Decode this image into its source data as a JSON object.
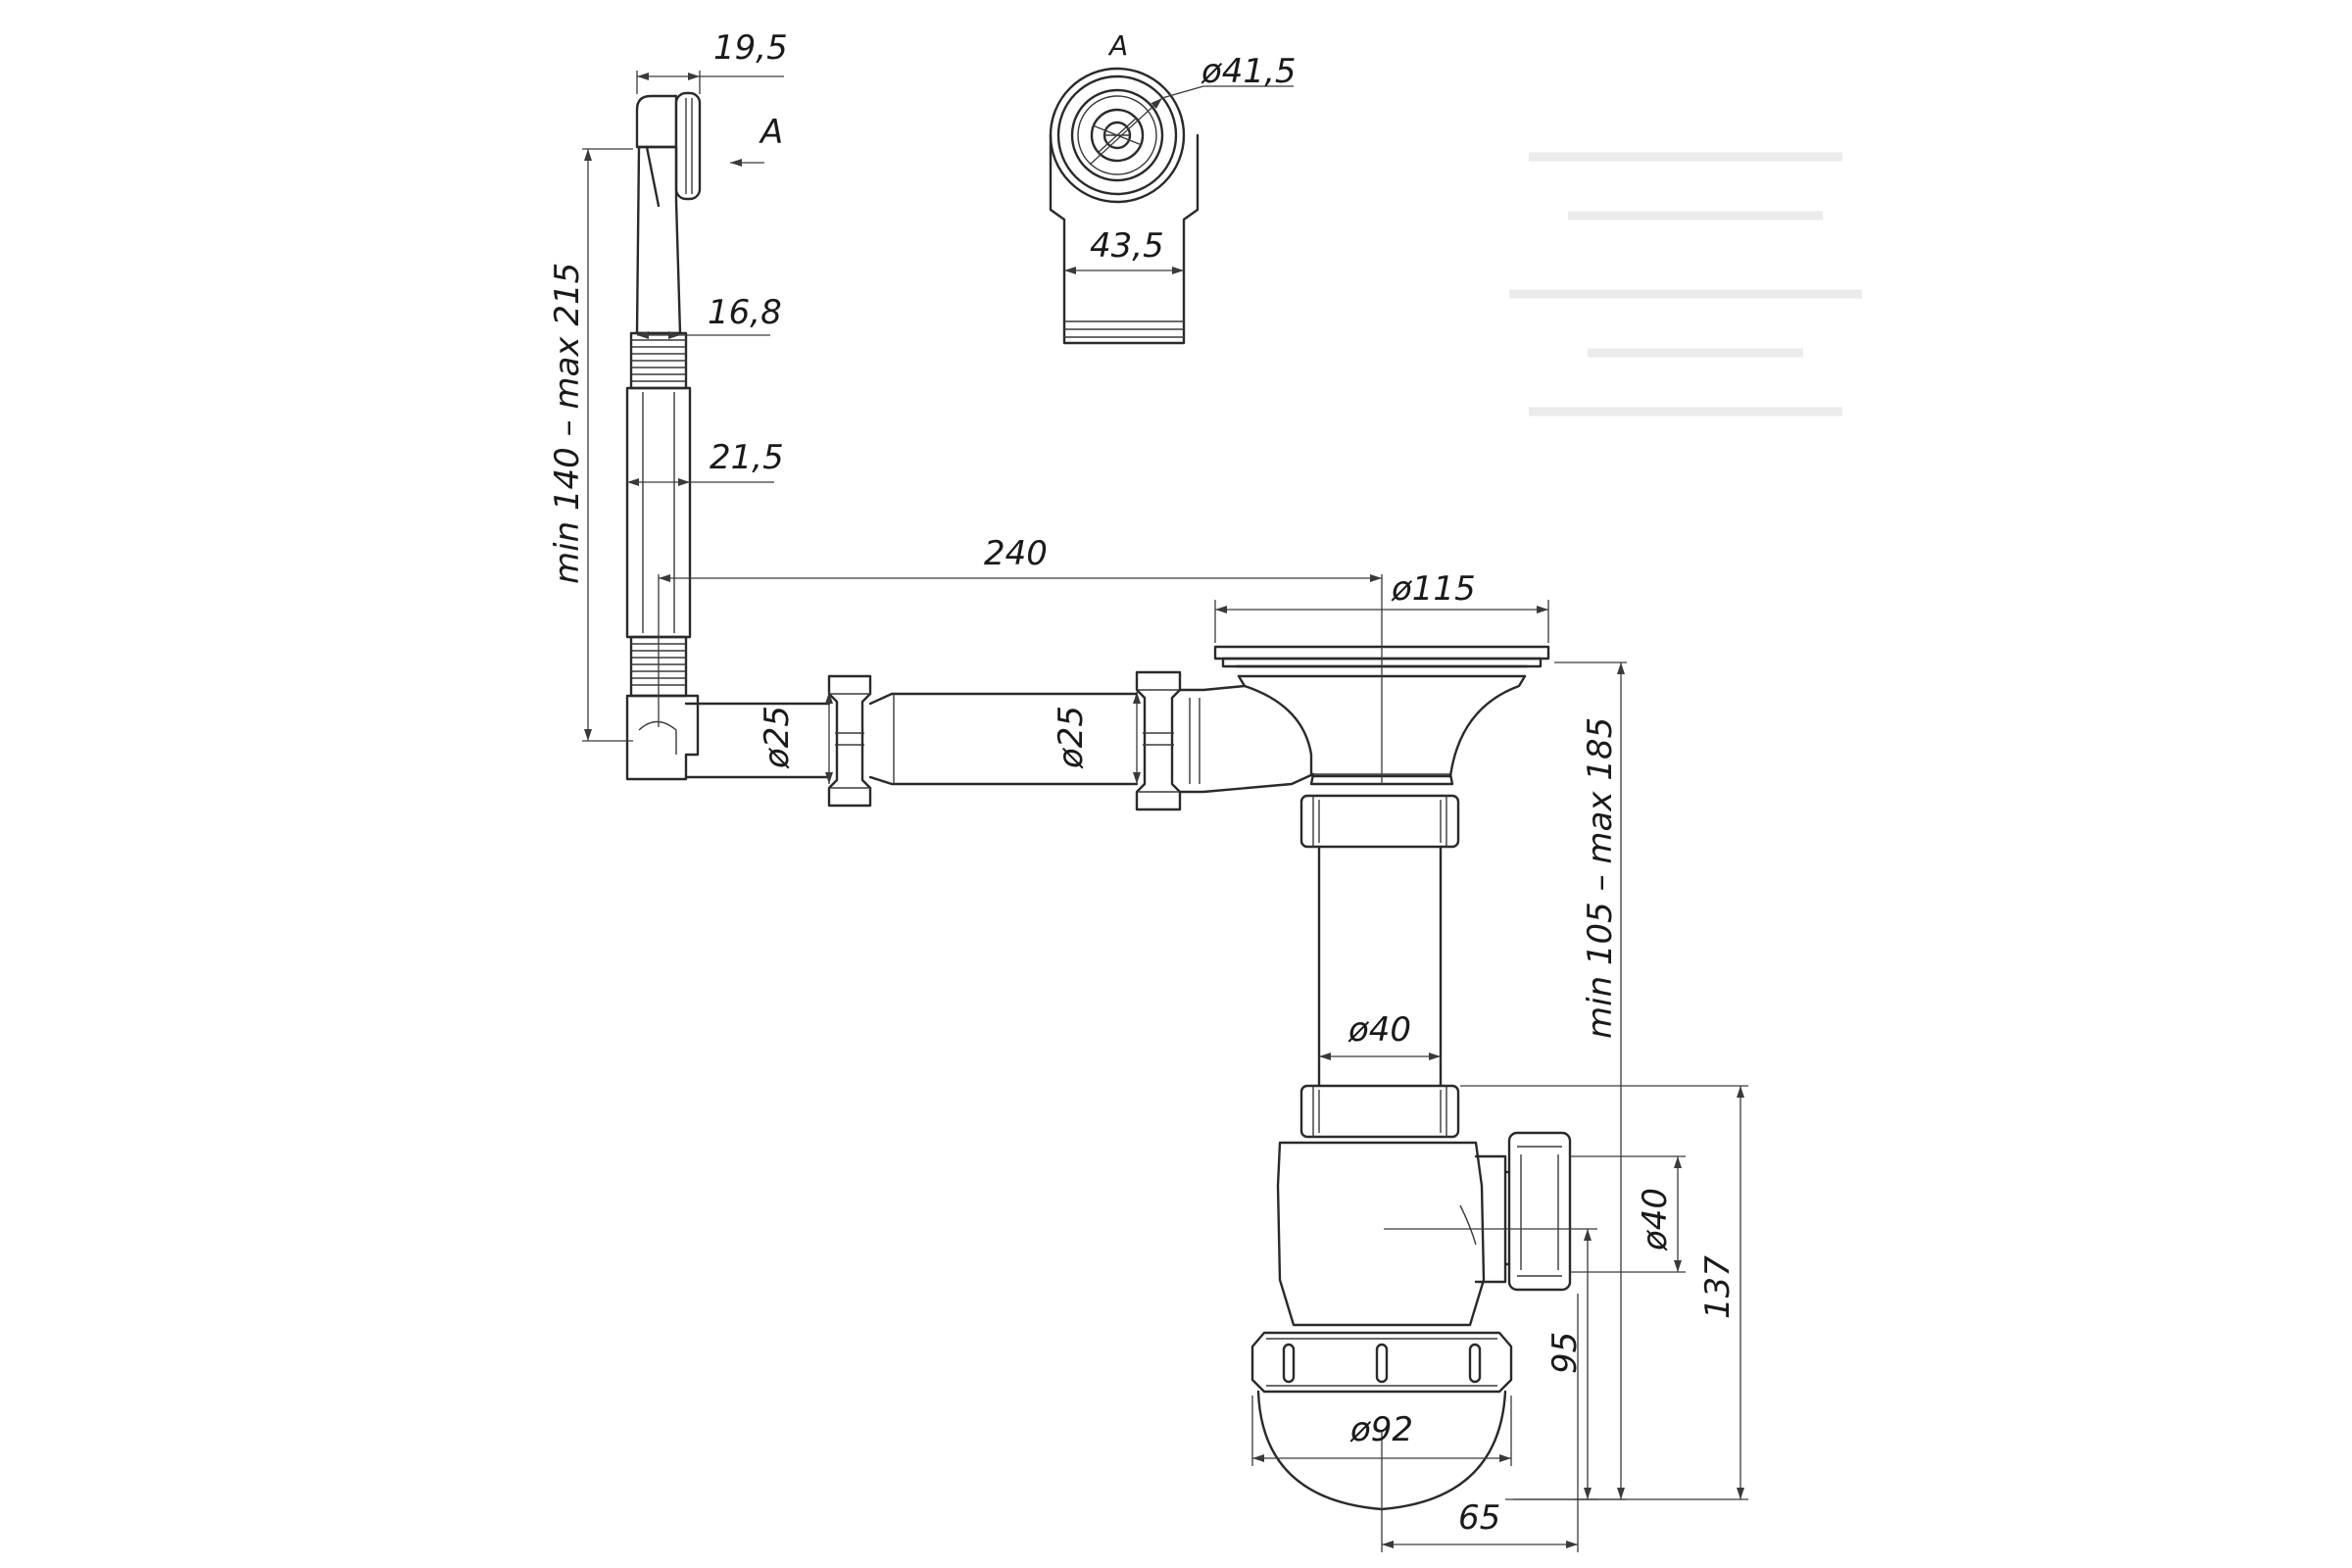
{
  "labels": {
    "dim_19_5": "19,5",
    "view_arrow_label": "A",
    "dim_16_8": "16,8",
    "dim_21_5": "21,5",
    "dim_min140_max215": "min 140 – max 215",
    "dim_240": "240",
    "view_a_title": "A",
    "dim_d41_5": "ø41,5",
    "dim_43_5": "43,5",
    "dim_d115": "ø115",
    "dim_d25_left": "ø25",
    "dim_d25_right": "ø25",
    "dim_min105_max185": "min 105 – max 185",
    "dim_d40_tube": "ø40",
    "dim_d40_outlet": "ø40",
    "dim_137": "137",
    "dim_95": "95",
    "dim_d92": "ø92",
    "dim_65": "65"
  }
}
